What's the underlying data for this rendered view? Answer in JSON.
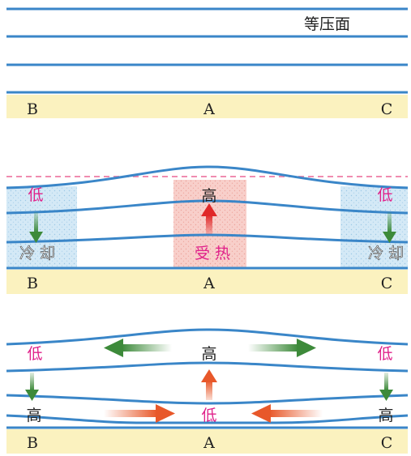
{
  "panel1": {
    "isobar_label": "等压面",
    "points": {
      "b": "B",
      "a": "A",
      "c": "C"
    }
  },
  "panel2": {
    "center_pressure": "高",
    "left_pressure": "低",
    "right_pressure": "低",
    "left_process": "冷 却",
    "center_process": "受 热",
    "right_process": "冷 却",
    "points": {
      "b": "B",
      "a": "A",
      "c": "C"
    }
  },
  "panel3": {
    "upper_left": "低",
    "upper_center": "高",
    "upper_right": "低",
    "lower_left": "高",
    "lower_center": "低",
    "lower_right": "高",
    "points": {
      "b": "B",
      "a": "A",
      "c": "C"
    }
  },
  "colors": {
    "isobar": "#3a86c8",
    "ground": "#fbf2bf",
    "cold_zone": "#cfe6f5",
    "hot_zone": "#f7c8c4",
    "low_label": "#e0218a",
    "cooling_arrow": "#3d8a3a",
    "heating_arrow": "#e02828",
    "outflow_arrow": "#3d8a3a",
    "inflow_arrow": "#e8582a",
    "dashed_ref": "#f08cb0"
  }
}
